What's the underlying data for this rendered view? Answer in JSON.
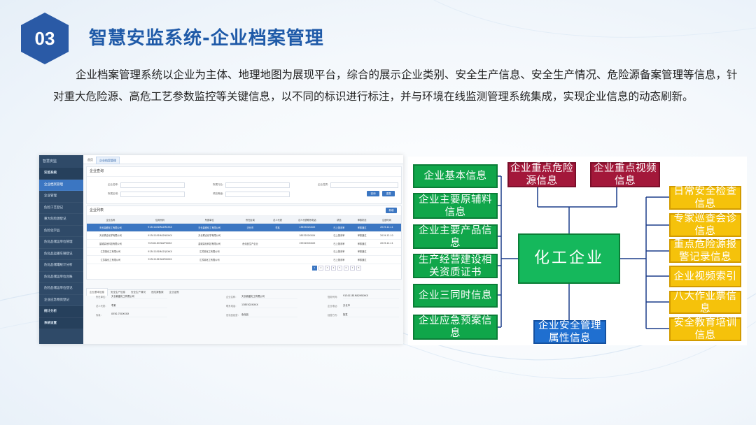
{
  "slide": {
    "number": "03",
    "title": "智慧安监系统-企业档案管理",
    "description": "企业档案管理系统以企业为主体、地理地图为展现平台，综合的展示企业类别、安全生产信息、安全生产情况、危险源备案管理等信息，针对重大危险源、高危工艺参数监控等关键信息，以不同的标识进行标注，并与环境在线监测管理系统集成，实现企业信息的动态刷新。",
    "colors": {
      "title": "#1f5aa8",
      "hexagon": "#2a5aa6",
      "green": "#10a64a",
      "red": "#a3183a",
      "blue": "#1f6fd0",
      "yellow": "#f5c20b"
    }
  },
  "screenshot": {
    "sidebar": {
      "logo": "智慧安监",
      "items": [
        {
          "label": "安监系统",
          "kind": "group"
        },
        {
          "label": "企业档案管理",
          "kind": "active"
        },
        {
          "label": "企业管理",
          "kind": "item"
        },
        {
          "label": "危险工艺登记",
          "kind": "item"
        },
        {
          "label": "重大危险源登记",
          "kind": "item"
        },
        {
          "label": "危险化学品",
          "kind": "item"
        },
        {
          "label": "危化品储运单位管理",
          "kind": "item"
        },
        {
          "label": "危化品运输车辆登记",
          "kind": "item"
        },
        {
          "label": "危化品储罐统计分析",
          "kind": "item"
        },
        {
          "label": "危化品储运单位台账",
          "kind": "item"
        },
        {
          "label": "危险品储运单位登记",
          "kind": "item"
        },
        {
          "label": "企业应急物资登记",
          "kind": "item"
        },
        {
          "label": "统计分析",
          "kind": "group"
        },
        {
          "label": "系统设置",
          "kind": "group"
        }
      ]
    },
    "tabs": [
      "首页",
      "企业档案管理"
    ],
    "query_panel": {
      "title": "企业查询",
      "fields": [
        "企业名称:",
        "所属行业:",
        "企业性质:",
        "所属区域:",
        "风险等级:"
      ],
      "buttons": [
        "查询",
        "重置"
      ]
    },
    "list_panel": {
      "title": "企业列表",
      "add_button": "新增",
      "columns": [
        "企业名称",
        "信用代码",
        "所属单位",
        "所在区域",
        "法人代表",
        "法人代表联系电话",
        "状态",
        "审核状态",
        "注册时间"
      ],
      "rows": [
        [
          "天长鼎盛化工有限公司",
          "91341181MA2MXXXX",
          "天长鼎盛化工有限公司",
          "天长市",
          "李某",
          "1385502XXXX",
          "已上报未审",
          "审核通过",
          "2019-12-11"
        ],
        [
          "天长联合化学有限公司",
          "91341181MA2NXXXX",
          "天长联合化学有限公司",
          "",
          "",
          "1855202XXXX",
          "已上报未审",
          "审核通过",
          "2019-12-10"
        ],
        [
          "盐城染化科技有限公司",
          "91341181MA2PXXXX",
          "盐城染化科技有限公司",
          "危化品生产企业",
          "",
          "1550200XXXX",
          "已上报未审",
          "审核通过",
          "2019-12-11"
        ],
        [
          "江苏锦化工有限公司",
          "91341181MA2QXXXX",
          "江苏锦化工有限公司",
          "",
          "",
          "",
          "已上报未审",
          "审核通过",
          ""
        ],
        [
          "江苏锦化工有限公司",
          "91341181MA2RXXXX",
          "江苏锦化工有限公司",
          "",
          "",
          "",
          "已上报未审",
          "审核通过",
          ""
        ]
      ],
      "pages": [
        "1",
        "2",
        "3",
        "4",
        "5",
        "6",
        "7",
        "8"
      ]
    },
    "detail_tabs": [
      "企业基本信息",
      "安全生产信息",
      "安全生产情况",
      "危险源备案",
      "企业证照"
    ],
    "detail": {
      "fields": [
        {
          "label": "所在单位：",
          "value": "天长鼎盛化工有限公司"
        },
        {
          "label": "企业名称：",
          "value": "天长鼎盛化工有限公司"
        },
        {
          "label": "信用代码：",
          "value": "91341181MA2MXXXX"
        },
        {
          "label": "法人代表：",
          "value": "李某"
        },
        {
          "label": "联系电话：",
          "value": "1385502XXXX"
        },
        {
          "label": "企业地址：",
          "value": "天长市"
        },
        {
          "label": "传真：",
          "value": "0550-7XXXXXX"
        },
        {
          "label": "危化品经营：",
          "value": "危化品"
        },
        {
          "label": "经营方式：",
          "value": "批发"
        }
      ]
    }
  },
  "diagram": {
    "center": "化工企业",
    "left": [
      "企业基本信息",
      "企业主要原辅料信息",
      "企业主要产品信息",
      "生产经营建设相关资质证书",
      "企业三同时信息",
      "企业应急预案信息"
    ],
    "top": [
      "企业重点危险源信息",
      "企业重点视频信息"
    ],
    "bottom": "企业安全管理属性信息",
    "right": [
      "日常安全检查信息",
      "专家巡查会诊信息",
      "重点危险源报警记录信息",
      "企业视频索引",
      "八大作业票信息",
      "安全教育培训信息"
    ]
  }
}
